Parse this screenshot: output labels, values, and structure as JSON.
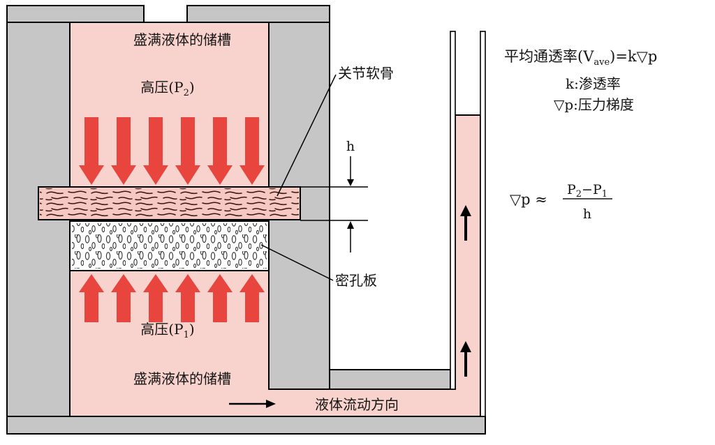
{
  "diagram": {
    "labels": {
      "reservoir_top": "盛满液体的储槽",
      "reservoir_bottom": "盛满液体的储槽",
      "p2_prefix": "高压(P",
      "p2_sub": "2",
      "p2_suffix": ")",
      "p1_prefix": "高压(P",
      "p1_sub": "1",
      "p1_suffix": ")",
      "cartilage": "关节软骨",
      "porous_plate": "密孔板",
      "gap_height": "h",
      "flow_direction": "液体流动方向"
    },
    "formulas": {
      "avg_prefix": "平均通透率(V",
      "avg_sub": "ave",
      "avg_suffix": ")=k▽p",
      "k_definition": "k:渗透率",
      "gradient_definition": "▽p:压力梯度",
      "approx_lhs": "▽p ≈",
      "numerator_p": "P",
      "numerator_sub2": "2",
      "numerator_mid": "−P",
      "numerator_sub1": "1",
      "denominator": "h"
    },
    "colors": {
      "liquid": "#f8d2cd",
      "pressure_arrow": "#e9453f",
      "wall": "#c6c6c6",
      "outline": "#000000"
    }
  }
}
